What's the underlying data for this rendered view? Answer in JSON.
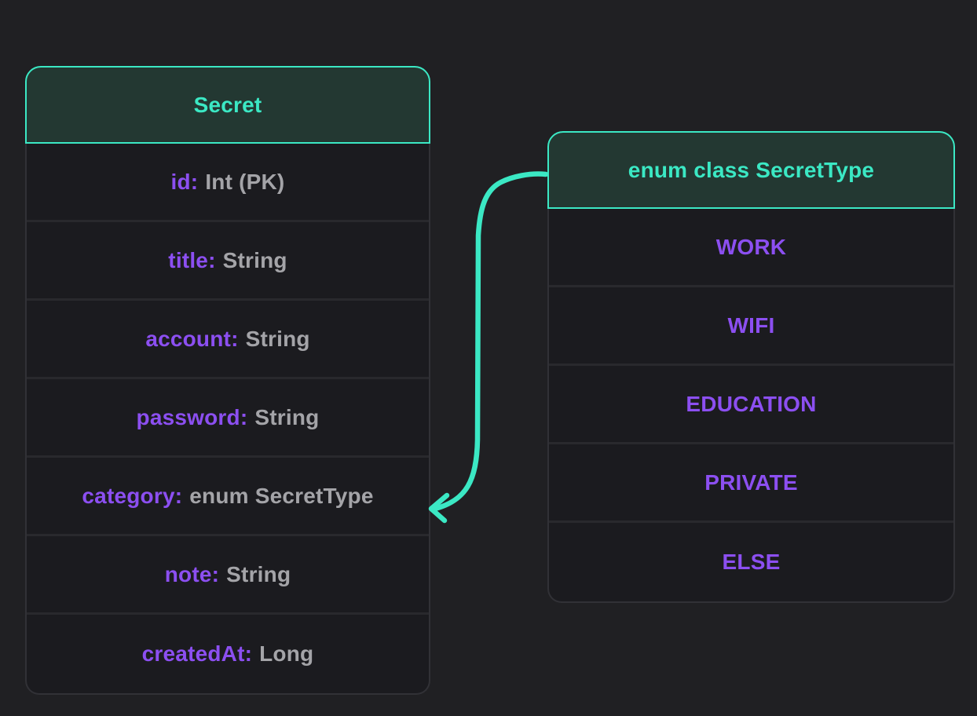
{
  "colors": {
    "page_bg": "#202023",
    "teal": "#3BE8C4",
    "purple": "#8C4FF1",
    "type_gray": "#A4A4A8",
    "header_bg": "#233832",
    "row_bg": "#1B1B1F",
    "row_separator": "#29292D",
    "table_border": "#313136"
  },
  "secret_table": {
    "title": "Secret",
    "fields": [
      {
        "name": "id:",
        "type": "Int (PK)"
      },
      {
        "name": "title:",
        "type": "String"
      },
      {
        "name": "account:",
        "type": "String"
      },
      {
        "name": "password:",
        "type": "String"
      },
      {
        "name": "category:",
        "type": "enum SecretType"
      },
      {
        "name": "note:",
        "type": "String"
      },
      {
        "name": "createdAt:",
        "type": "Long"
      }
    ]
  },
  "enum_table": {
    "title": "enum class SecretType",
    "values": [
      "WORK",
      "WIFI",
      "EDUCATION",
      "PRIVATE",
      "ELSE"
    ]
  }
}
